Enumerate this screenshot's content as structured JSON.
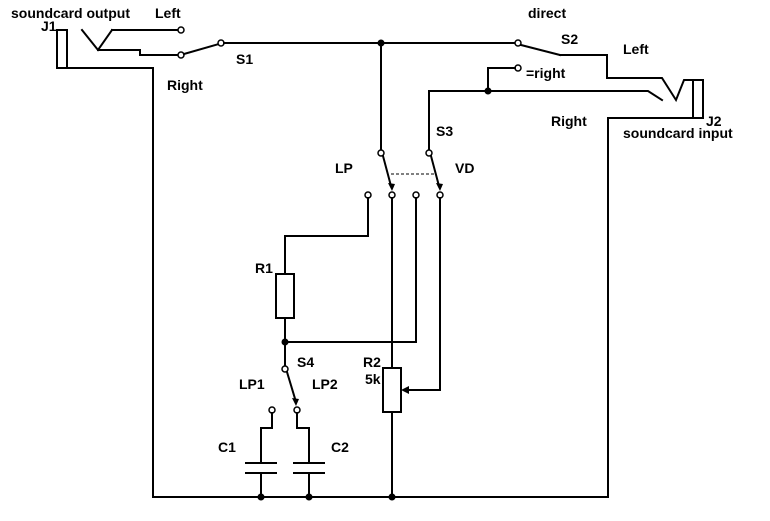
{
  "labels": {
    "j1": "J1",
    "j1_desc": "soundcard output",
    "j1_left": "Left",
    "j1_right": "Right",
    "s1": "S1",
    "s2": "S2",
    "s2_direct": "direct",
    "s2_eqright": "=right",
    "j2_left": "Left",
    "j2_right": "Right",
    "j2": "J2",
    "j2_desc": "soundcard input",
    "s3": "S3",
    "lp": "LP",
    "vd": "VD",
    "r1": "R1",
    "s4": "S4",
    "lp1": "LP1",
    "lp2": "LP2",
    "r2": "R2",
    "r2_value": "5k",
    "c1": "C1",
    "c2": "C2"
  }
}
